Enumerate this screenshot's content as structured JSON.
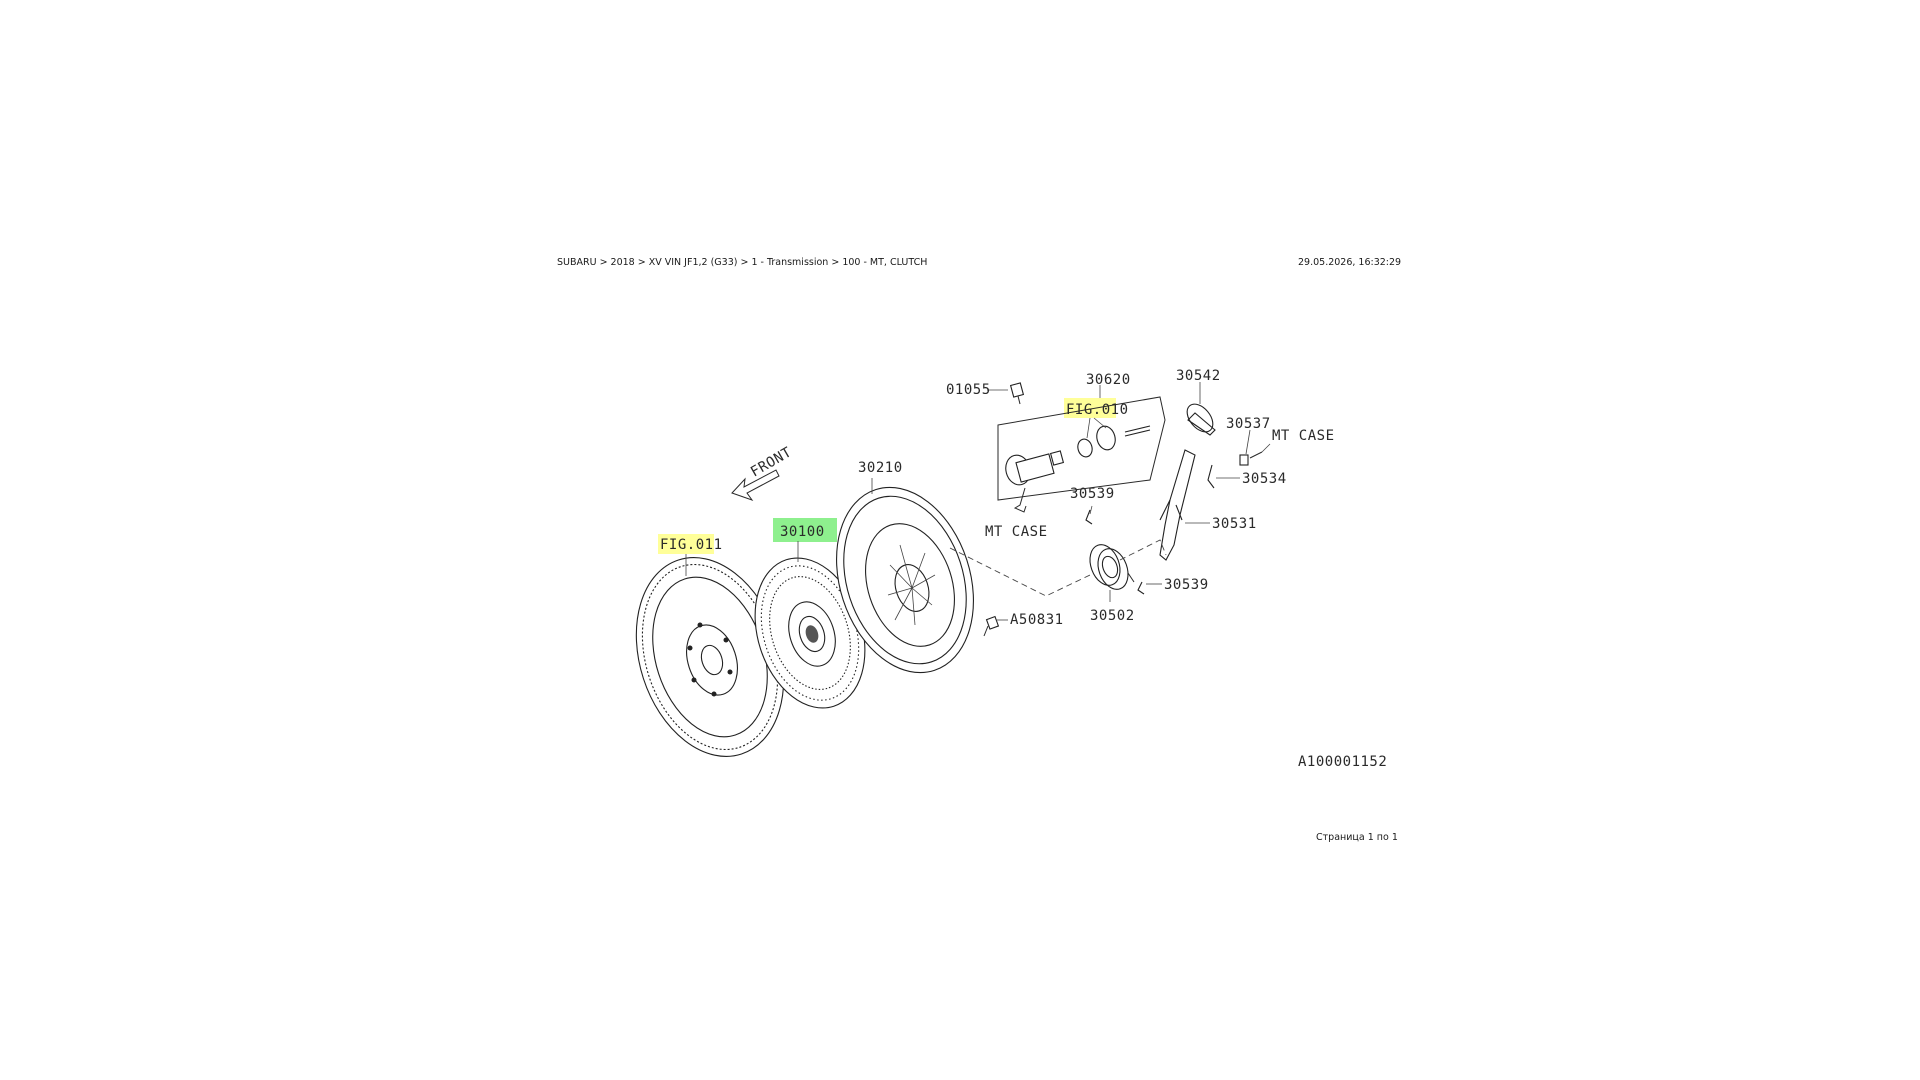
{
  "header": {
    "breadcrumb": "SUBARU > 2018 > XV VIN JF1,2 (G33) > 1 - Transmission > 100 - MT, CLUTCH",
    "timestamp": "29.05.2026, 16:32:29"
  },
  "footer": {
    "page_count": "Страница 1 по 1"
  },
  "diagram": {
    "id": "A100001152",
    "front_label": "FRONT",
    "labels": {
      "fig011": "FIG.011",
      "p30100": "30100",
      "p30210": "30210",
      "p01055": "01055",
      "p30620": "30620",
      "fig010": "FIG.010",
      "mtcase1": "MT CASE",
      "p30542": "30542",
      "p30537": "30537",
      "mtcase2": "MT CASE",
      "p30534": "30534",
      "p30539a": "30539",
      "p30531": "30531",
      "p30502": "30502",
      "p30539b": "30539",
      "pA50831": "A50831"
    },
    "highlight_colors": {
      "figure_ref": "#ffff99",
      "selected_part": "#8ef08e"
    }
  }
}
